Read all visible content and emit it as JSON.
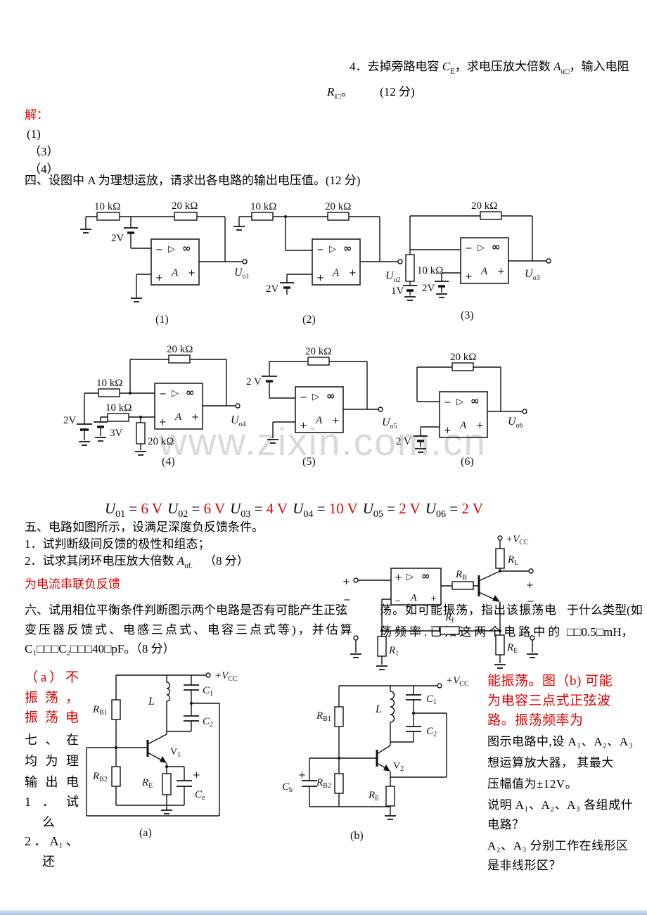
{
  "colors": {
    "red": "#e00000",
    "watermark": "#d9d9d9",
    "text": "#000000"
  },
  "watermark": "www.zixin.com.cn",
  "top": {
    "q4a": "4．去掉旁路电容 ",
    "q4b": "C",
    "q4c": "E",
    "q4d": "，求电压放大倍数 ",
    "q4e": "A",
    "q4f": "u□",
    "q4g": "，输入电阻",
    "r2a": "R",
    "r2b": "i□",
    "r2c": "。",
    "r2d": "(12 分)",
    "jie": "解：",
    "i1": "(1)",
    "i3": "（3）",
    "i4": "（4）",
    "sec4": "四、设图中 A 为理想运放，请求出各电路的输出电压值。(12 分)"
  },
  "opamp": {
    "minus": "−",
    "tri": "▷",
    "inf": "∞",
    "gain": "A",
    "plus": "+"
  },
  "c1": {
    "rin": "10 kΩ",
    "rf": "20 kΩ",
    "v": "2V",
    "u": "U",
    "usub": "o1",
    "cap": "(1)"
  },
  "c2": {
    "rin": "10 kΩ",
    "rf": "20 kΩ",
    "v": "2V",
    "u": "U",
    "usub": "o2",
    "cap": "(2)"
  },
  "c3": {
    "rf": "20 kΩ",
    "rin": "10 kΩ",
    "v1": "1V",
    "v2": "2V",
    "u": "U",
    "usub": "o3",
    "cap": "(3)"
  },
  "c4": {
    "rf": "20 kΩ",
    "rin1": "10 kΩ",
    "rin2": "10 kΩ",
    "rg": "20 kΩ",
    "v1": "2V",
    "v2": "3V",
    "u": "U",
    "usub": "o4",
    "cap": "(4)"
  },
  "c5": {
    "rf": "20 kΩ",
    "v": "2 V",
    "u": "U",
    "usub": "o5",
    "cap": "(5)"
  },
  "c6": {
    "rf": "20 kΩ",
    "v": "2 V",
    "u": "U",
    "usub": "o6",
    "cap": "(6)"
  },
  "answers": [
    {
      "u": "U",
      "sub": "01",
      "eq": " = ",
      "val": "6 V"
    },
    {
      "u": "U",
      "sub": "02",
      "eq": " = ",
      "val": "6 V"
    },
    {
      "u": "U",
      "sub": "03",
      "eq": " = ",
      "val": "4 V"
    },
    {
      "u": "U",
      "sub": "04",
      "eq": " = ",
      "val": "10 V"
    },
    {
      "u": "U",
      "sub": "05",
      "eq": " = ",
      "val": "2 V"
    },
    {
      "u": "U",
      "sub": "06",
      "eq": " = ",
      "val": "2 V"
    }
  ],
  "s5": {
    "l1": "五、电路如图所示，设满足深度负反馈条件。",
    "l2": "1．试判断级间反馈的极性和组态；",
    "l3a": "2．试求其闭环电压放大倍数 ",
    "l3b": "A",
    "l3c": "uf.",
    "l3d": "（8 分）",
    "ans": "为电流串联负反馈"
  },
  "s5c": {
    "inplus": "+",
    "inminus": "−",
    "rb": "R",
    "rbsub": "B",
    "rl": "R",
    "rlsub": "L",
    "vcc": "+V",
    "vccsub": "CC",
    "outplus": "+",
    "outminus": "−",
    "rf": "R",
    "rfsub": "f",
    "r1": "R",
    "r1sub": "1",
    "re": "R",
    "resub": "E"
  },
  "s6": {
    "l1": "六、试用相位平衡条件判断图示两个电路是否有可能产生正弦",
    "l2": "变压器反馈式、电感三点式、电容三点式等)，并估算",
    "l3": "C₁□□□C₂□□□40□pF。（8 分）",
    "ov1": "荡。如可能振荡，指出该振荡电",
    "ov1b": "于什么类型(如",
    "ov2": "荡频率.已知这两个电路中的",
    "ov2b": "□□0.5□mH，"
  },
  "oa": {
    "rb1": "R",
    "rb1sub": "B1",
    "rb2": "R",
    "rb2sub": "B2",
    "l": "L",
    "c1": "C",
    "c1sub": "1",
    "c2": "C",
    "c2sub": "2",
    "v": "V",
    "vsub": "1",
    "re": "R",
    "resub": "E",
    "ce": "C",
    "cesub": "e",
    "ceplus": "+",
    "vcc": "+V",
    "vccsub": "CC",
    "cap": "(a)"
  },
  "ob": {
    "rb1": "R",
    "rb1sub": "B1",
    "rb2": "R",
    "rb2sub": "B2",
    "l": "L",
    "c1": "C",
    "c1sub": "1",
    "c2": "C",
    "c2sub": "2",
    "v": "V",
    "vsub": "2",
    "re": "R",
    "resub": "E",
    "cb": "C",
    "cbsub": "b",
    "cbplus": "+",
    "vcc": "+V",
    "vccsub": "CC",
    "cap": "(b)"
  },
  "lcol": {
    "red": [
      "（a）不",
      "振荡，",
      "振荡电"
    ],
    "black": [
      "七、在",
      "均为理",
      "输出电",
      "1．试",
      "么",
      "2．A₁、",
      "还"
    ]
  },
  "rcol": {
    "red": [
      "能振荡。图（b) 可能",
      "为电容三点式正弦波",
      "路。振荡频率为"
    ],
    "black": [
      "图示电路中,设 A₁、A₂、A₃",
      "想运算放大器， 其最大",
      "压幅值为±12V。",
      "说明 A₁、A₂、A₃ 各组成什",
      "电路？",
      "A₂、A₃ 分别工作在线形区",
      "是非线形区？"
    ]
  }
}
